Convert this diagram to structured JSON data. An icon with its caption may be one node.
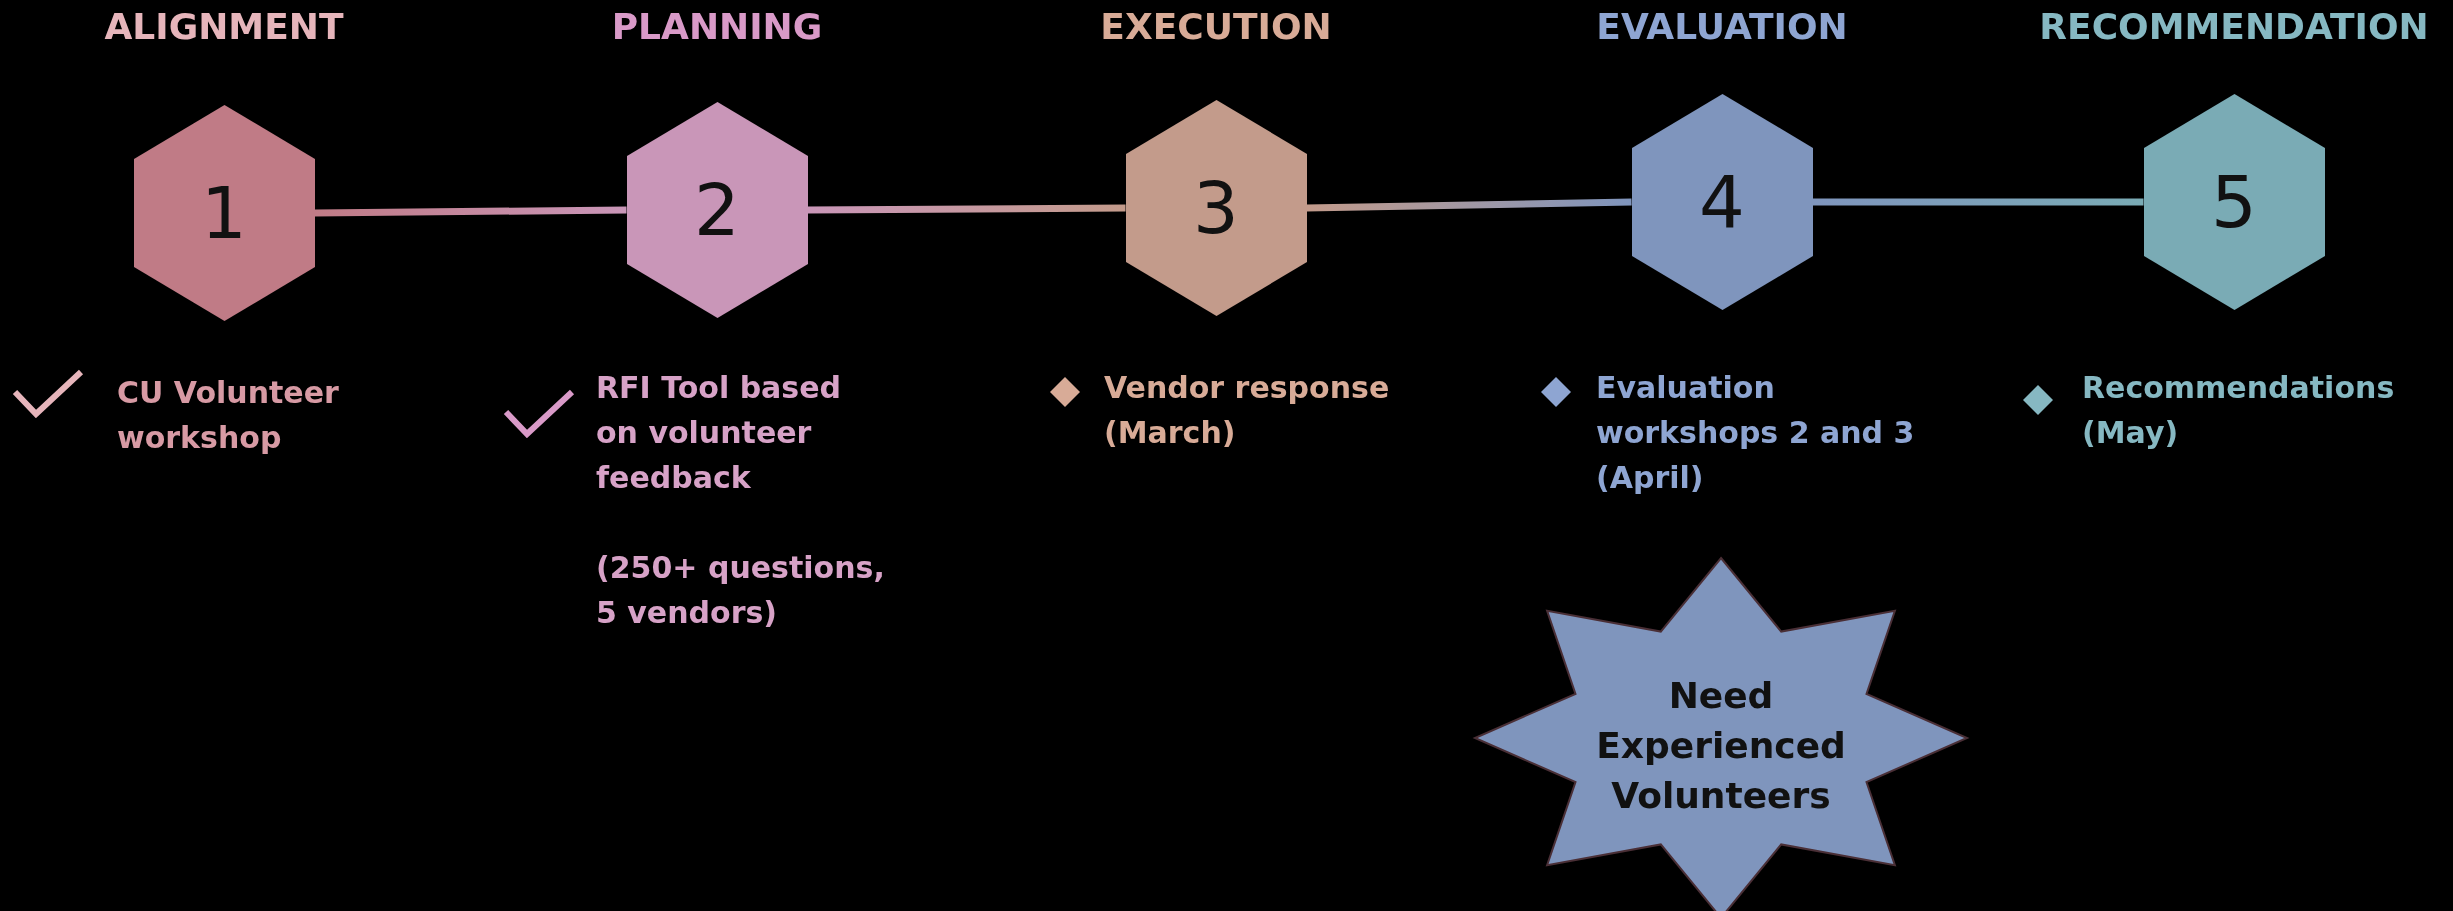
{
  "diagram": {
    "nodes": [
      {
        "text": [
          "ALIGNMENT",
          "1"
        ],
        "beside": [
          "CU Volunteer workshop"
        ]
      },
      {
        "text": [
          "PLANNING",
          "2"
        ],
        "beside": [
          "RFI Tool based on volunteer feedback",
          "(250+ questions, 5 vendors)"
        ]
      },
      {
        "text": [
          "EXECUTION",
          "3"
        ],
        "beside": [
          "Vendor response (March)"
        ]
      },
      {
        "text": [
          "EVALUATION",
          "4"
        ],
        "beside": [
          "Evaluation workshops 2 and 3 (April)"
        ]
      },
      {
        "text": [
          "RECOMMENDATION",
          "5"
        ],
        "beside": [
          "Recommendations (May)"
        ]
      },
      {
        "text": [
          "Need Experienced Volunteers"
        ]
      }
    ],
    "edges": [
      {
        "from": 0,
        "to": 1,
        "arrow": "none"
      },
      {
        "from": 1,
        "to": 2,
        "arrow": "none"
      },
      {
        "from": 2,
        "to": 3,
        "arrow": "none"
      },
      {
        "from": 3,
        "to": 4,
        "arrow": "none"
      }
    ]
  }
}
